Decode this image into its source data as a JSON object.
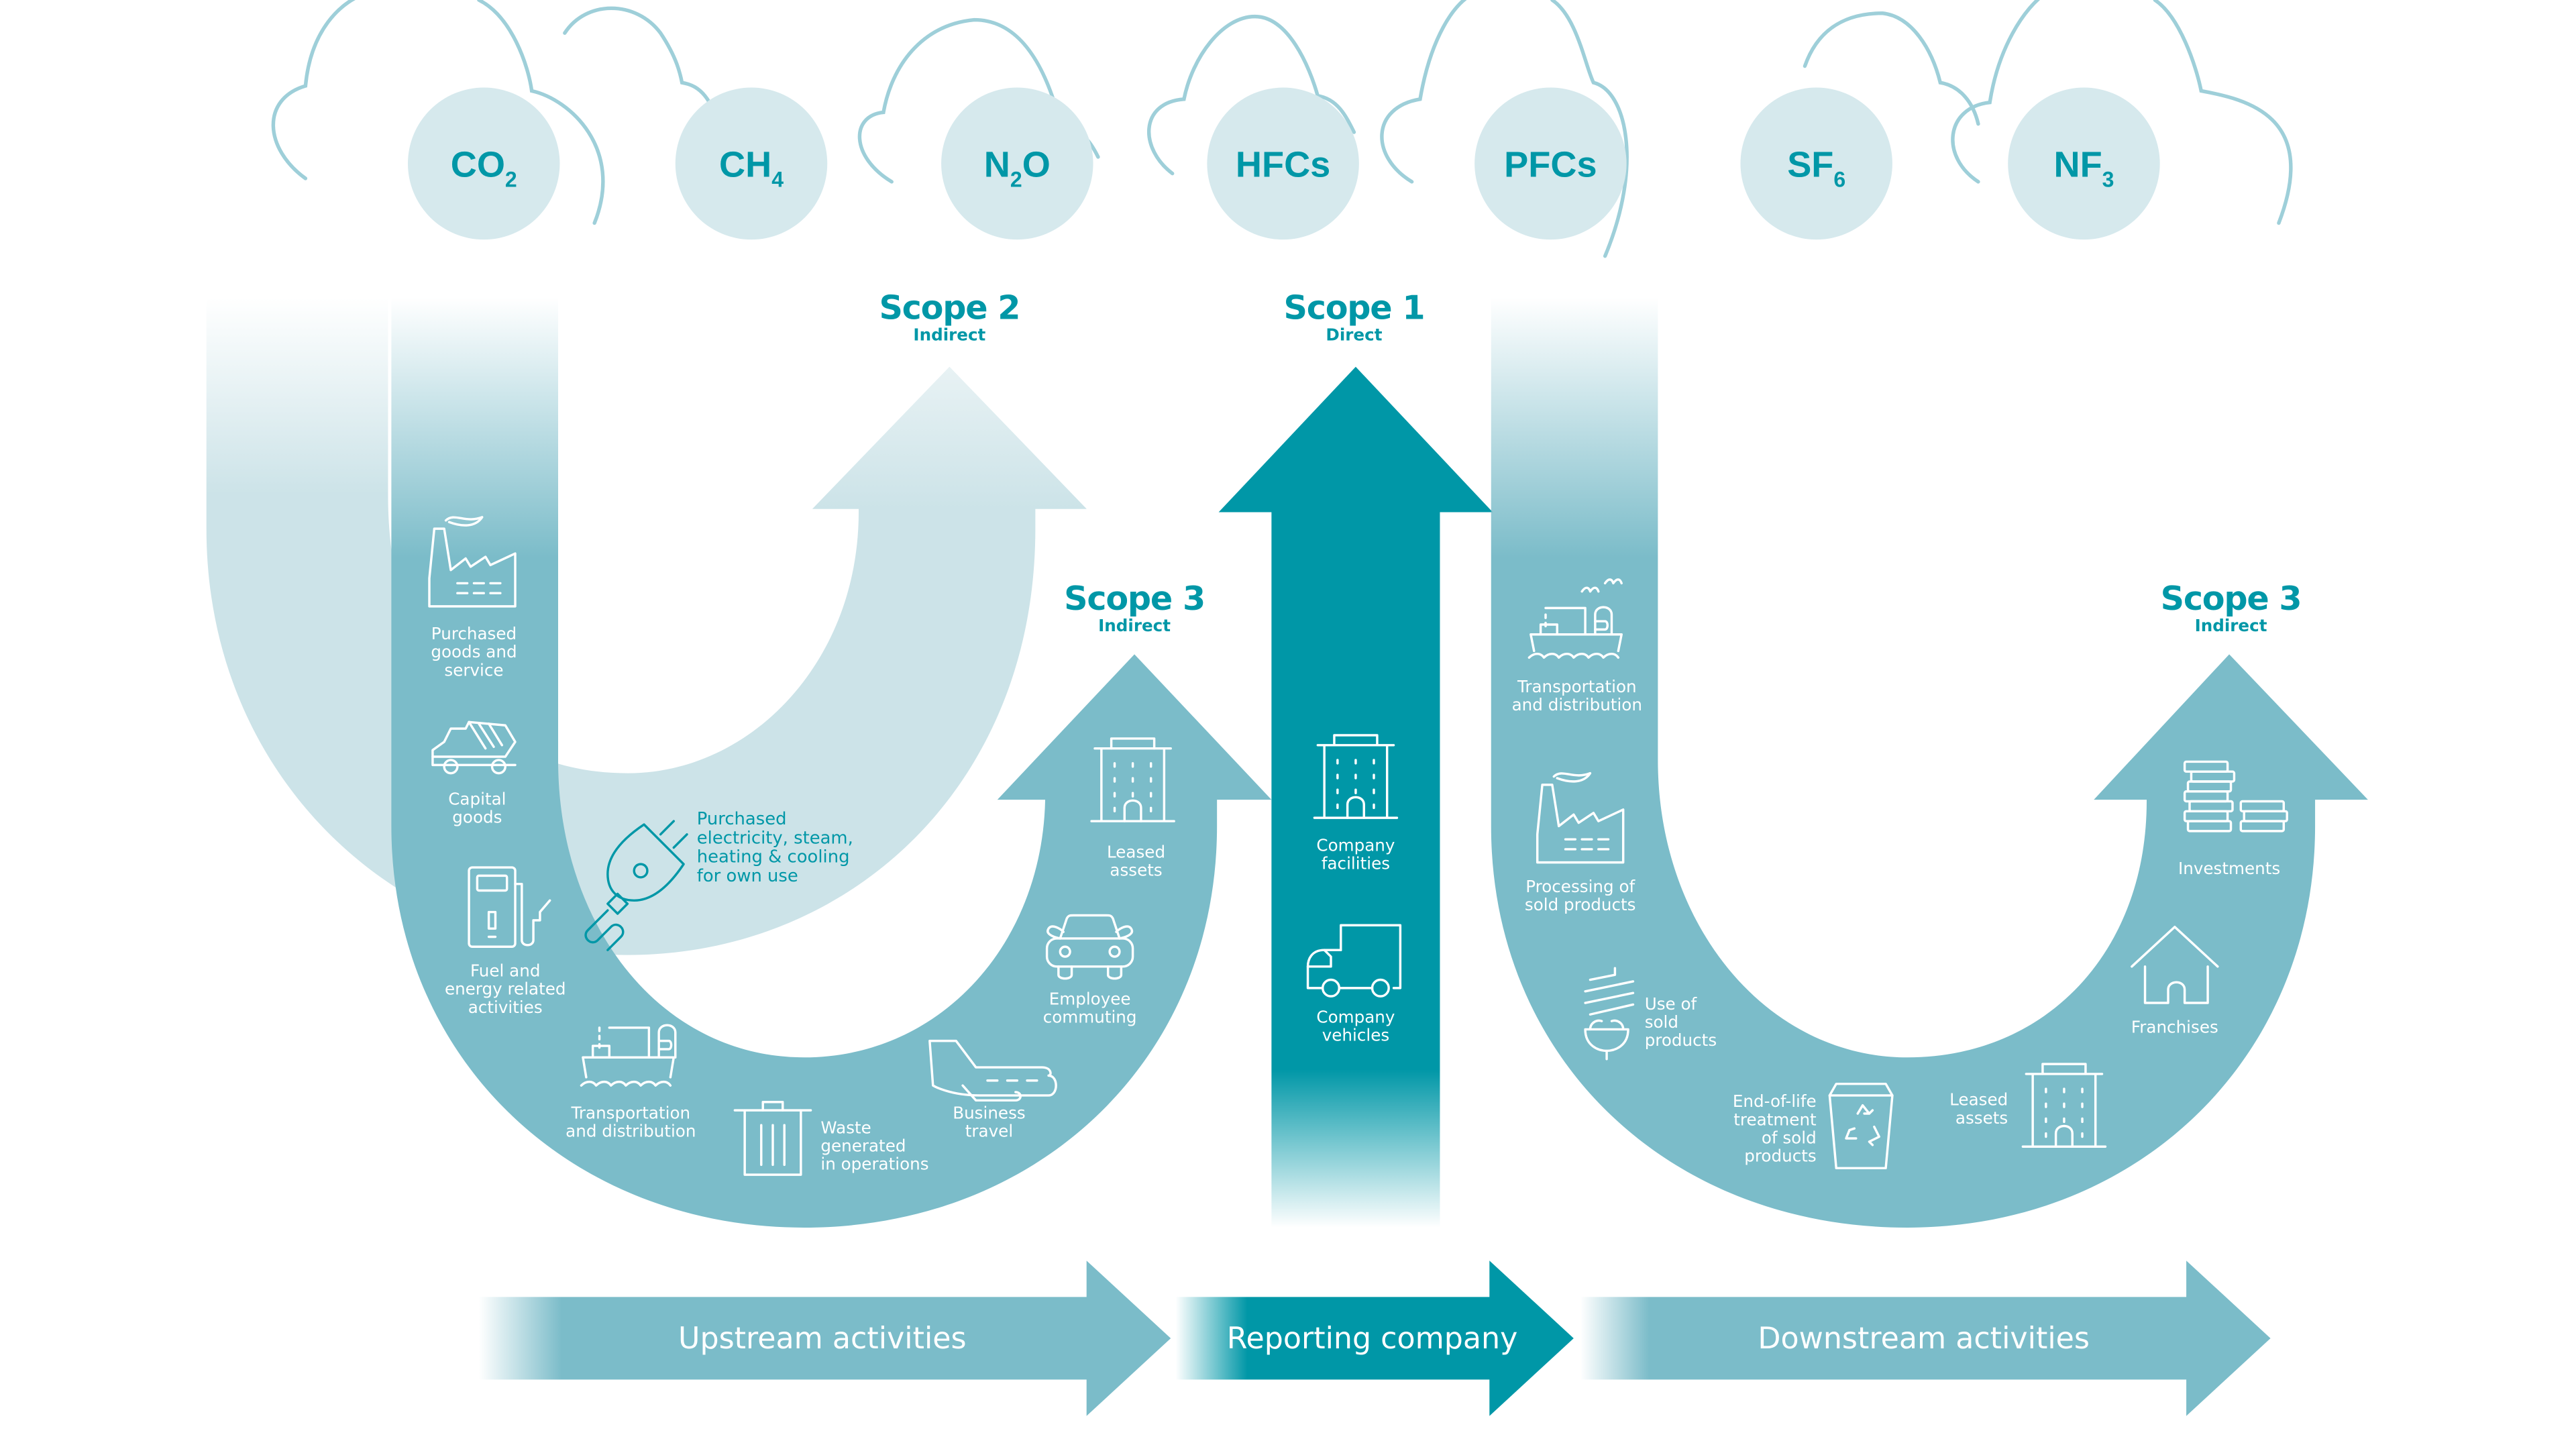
{
  "colors": {
    "dark_teal": "#0097a7",
    "mid_teal": "#7bbcc9",
    "light_teal": "#cce3e8",
    "gas_circle": "#d6e9ed",
    "cloud_outline": "#9ecfd9",
    "text_white": "#ffffff"
  },
  "gases": [
    {
      "base": "CO",
      "sub": "2"
    },
    {
      "base": "CH",
      "sub": "4"
    },
    {
      "base": "N",
      "sub": "2",
      "suffix": "O"
    },
    {
      "base": "HFCs",
      "sub": ""
    },
    {
      "base": "PFCs",
      "sub": ""
    },
    {
      "base": "SF",
      "sub": "6"
    },
    {
      "base": "NF",
      "sub": "3"
    }
  ],
  "scopes": {
    "scope2": {
      "title": "Scope 2",
      "subtitle": "Indirect"
    },
    "scope1": {
      "title": "Scope 1",
      "subtitle": "Direct"
    },
    "scope3_upstream": {
      "title": "Scope 3",
      "subtitle": "Indirect"
    },
    "scope3_downstream": {
      "title": "Scope 3",
      "subtitle": "Indirect"
    }
  },
  "upstream_items": [
    {
      "icon": "factory-icon",
      "lines": [
        "Purchased",
        "goods and",
        "service"
      ]
    },
    {
      "icon": "dump-truck-icon",
      "lines": [
        "Capital",
        "goods"
      ]
    },
    {
      "icon": "fuel-pump-icon",
      "lines": [
        "Fuel and",
        "energy related",
        "activities"
      ]
    },
    {
      "icon": "cargo-ship-icon",
      "lines": [
        "Transportation",
        "and distribution"
      ]
    },
    {
      "icon": "trash-bin-icon",
      "lines": [
        "Waste",
        "generated",
        "in operations"
      ]
    },
    {
      "icon": "airplane-icon",
      "lines": [
        "Business",
        "travel"
      ]
    },
    {
      "icon": "car-icon",
      "lines": [
        "Employee",
        "commuting"
      ]
    },
    {
      "icon": "building-icon",
      "lines": [
        "Leased",
        "assets"
      ]
    }
  ],
  "scope2_item": {
    "icon": "electric-plug-icon",
    "lines": [
      "Purchased",
      "electricity, steam,",
      "heating & cooling",
      "for own use"
    ]
  },
  "scope1_items": [
    {
      "icon": "building-icon",
      "lines": [
        "Company",
        "facilities"
      ]
    },
    {
      "icon": "truck-icon",
      "lines": [
        "Company",
        "vehicles"
      ]
    }
  ],
  "downstream_items": [
    {
      "icon": "cargo-ship-icon",
      "lines": [
        "Transportation",
        "and distribution"
      ]
    },
    {
      "icon": "factory-icon",
      "lines": [
        "Processing of",
        "sold products"
      ]
    },
    {
      "icon": "light-bulb-icon",
      "lines": [
        "Use of",
        "sold",
        "products"
      ]
    },
    {
      "icon": "recycle-bin-icon",
      "lines": [
        "End-of-life",
        "treatment",
        "of sold",
        "products"
      ]
    },
    {
      "icon": "building-icon",
      "lines": [
        "Leased",
        "assets"
      ]
    },
    {
      "icon": "house-icon",
      "lines": [
        "Franchises"
      ]
    },
    {
      "icon": "coin-stack-icon",
      "lines": [
        "Investments"
      ]
    }
  ],
  "bands": {
    "upstream": "Upstream activities",
    "reporting": "Reporting company",
    "downstream": "Downstream activities"
  }
}
